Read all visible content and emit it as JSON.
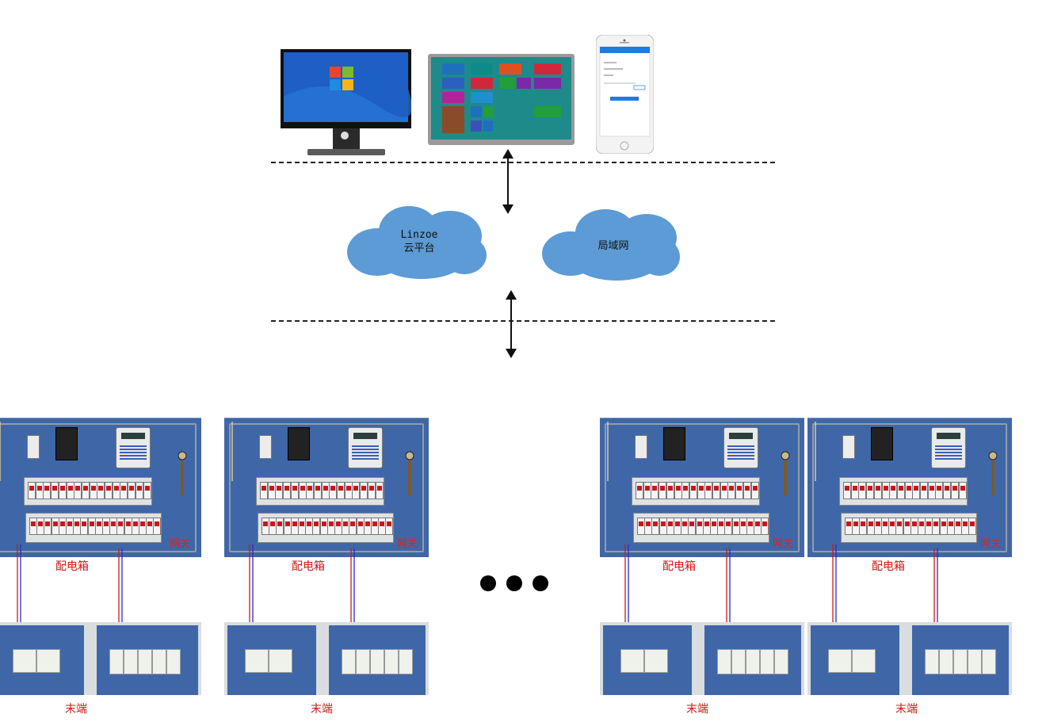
{
  "cloud_left": {
    "line1": "Linzoe",
    "line2": "云平台"
  },
  "cloud_right": {
    "label": "局域网"
  },
  "cabinets": [
    {
      "gateway": "网关",
      "box": "配电箱",
      "terminal": "末端"
    },
    {
      "gateway": "网关",
      "box": "配电箱",
      "terminal": "末端"
    },
    {
      "gateway": "网关",
      "box": "配电箱",
      "terminal": "末端"
    },
    {
      "gateway": "网关",
      "box": "配电箱",
      "terminal": "末端"
    }
  ],
  "colors": {
    "panel": "#3f67a8",
    "cloud": "#5c9bd5",
    "label_red": "#d01616"
  },
  "icons": [
    "desktop-monitor-icon",
    "tablet-icon",
    "smartphone-icon",
    "cloud-icon",
    "arrow-updown-icon"
  ]
}
